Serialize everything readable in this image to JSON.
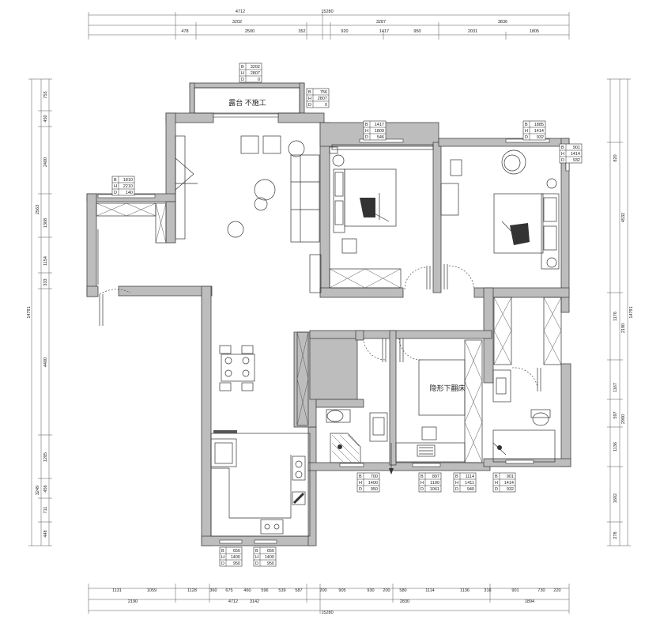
{
  "dims_top_total": [
    "4712",
    "15280"
  ],
  "dims_top_row2": [
    "3202",
    "3287",
    "3836"
  ],
  "dims_top_row3": [
    "478",
    "2500",
    "352",
    "920",
    "1417",
    "950",
    "2031",
    "1805"
  ],
  "dims_bottom_row1": [
    "1131",
    "1059",
    "1128",
    "360",
    "675",
    "460",
    "596",
    "539",
    "587",
    "200",
    "905",
    "930",
    "200",
    "580",
    "1114",
    "1136",
    "316",
    "901",
    "730",
    "220"
  ],
  "dims_bottom_row2": [
    "2190",
    "4712",
    "3142",
    "2830",
    "1894"
  ],
  "dims_bottom_total": "15280",
  "dims_left": [
    "755",
    "450",
    "2400",
    "2563",
    "1308",
    "1154",
    "333",
    "4400",
    "1285",
    "3249",
    "456",
    "711",
    "448"
  ],
  "dims_left_total": "14791",
  "dims_right": [
    "820",
    "4532",
    "1176",
    "2180",
    "1167",
    "597",
    "2900",
    "1136",
    "1602",
    "278"
  ],
  "dims_right_total": "14791",
  "labels": {
    "balcony": "露台 不施工",
    "hidden_bed": "隐形下翻床"
  },
  "windows": [
    {
      "B": "3202",
      "H": "2807",
      "D": "0"
    },
    {
      "B": "756",
      "H": "2807",
      "D": "0"
    },
    {
      "B": "1417",
      "H": "1809",
      "D": "546"
    },
    {
      "B": "1885",
      "H": "1414",
      "D": "932"
    },
    {
      "B": "901",
      "H": "1414",
      "D": "932"
    },
    {
      "B": "1810",
      "H": "2210",
      "D": "140"
    },
    {
      "B": "700",
      "H": "1400",
      "D": "950"
    },
    {
      "B": "897",
      "H": "1190",
      "D": "1061"
    },
    {
      "B": "1114",
      "H": "1411",
      "D": "940"
    },
    {
      "B": "901",
      "H": "1414",
      "D": "932"
    },
    {
      "B": "650",
      "H": "1400",
      "D": "950"
    },
    {
      "B": "650",
      "H": "1400",
      "D": "950"
    }
  ]
}
